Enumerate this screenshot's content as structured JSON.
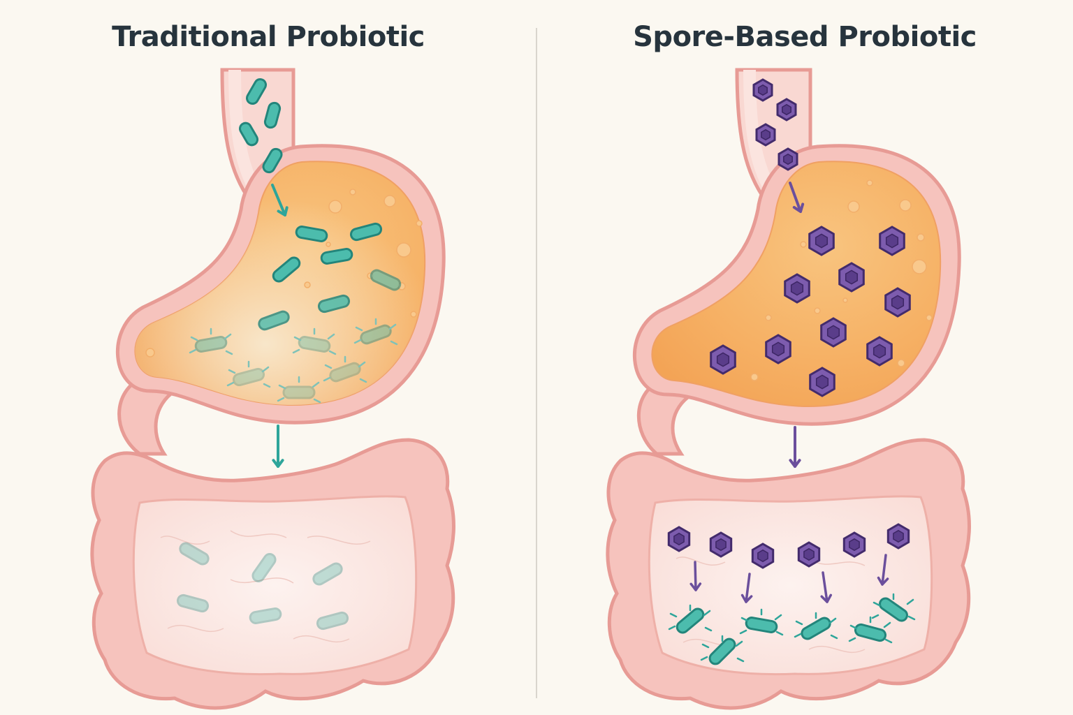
{
  "panels": {
    "left": {
      "title": "Traditional Probiotic",
      "stomach_probiotic_form": "rod-shaped bacteria",
      "stomach_outcome": "bacteria fading / destroyed by stomach acid",
      "intestine_outcome": "few faint bacteria reach the intestine",
      "accent": "#2ea59a"
    },
    "right": {
      "title": "Spore-Based Probiotic",
      "stomach_probiotic_form": "hexagonal spores",
      "stomach_outcome": "spores intact in stomach acid",
      "intestine_outcome": "spores germinate into active bacteria",
      "accent": "#6b4f9c"
    }
  },
  "colors": {
    "background": "#fbf8f1",
    "stomach_acid": "#f5b467",
    "tissue": "#f6c3bd",
    "tissue_outline": "#e79b95",
    "bacteria_fill": "#4cbcad",
    "bacteria_outline": "#23857b",
    "spore_fill": "#7d5cae",
    "spore_outline": "#432b6c",
    "divider": "#d9d5cd"
  },
  "icons": [
    "rod-bacterium-icon",
    "hexagon-spore-icon",
    "down-arrow-icon"
  ]
}
